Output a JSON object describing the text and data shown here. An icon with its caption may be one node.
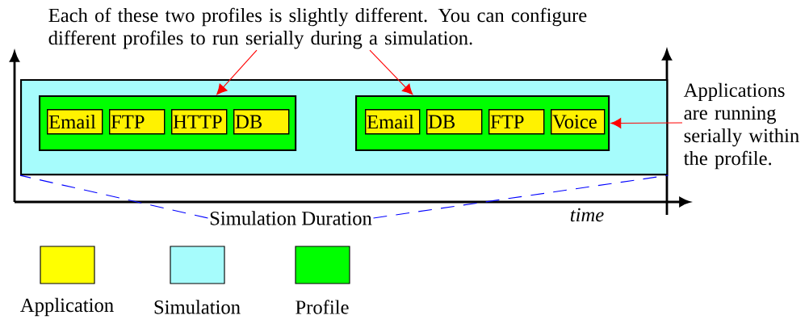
{
  "diagram": {
    "nodes": [
      {
        "text": [],
        "shape": "box"
      },
      {
        "text": [],
        "shape": "box",
        "in": 0
      },
      {
        "text": [
          "Email"
        ],
        "in": 1
      },
      {
        "text": [
          "FTP"
        ],
        "in": 1
      },
      {
        "text": [
          "HTTP"
        ],
        "in": 1
      },
      {
        "text": [
          "DB"
        ],
        "in": 1
      },
      {
        "text": [],
        "shape": "box",
        "in": 0
      },
      {
        "text": [
          "Email"
        ],
        "in": 6
      },
      {
        "text": [
          "DB"
        ],
        "in": 6
      },
      {
        "text": [
          "FTP"
        ],
        "in": 6
      },
      {
        "text": [
          "Voice"
        ],
        "in": 6
      },
      {
        "text": [
          "Each of these two profiles is slightly different. You can configure different profiles to run serially during a simulation."
        ]
      },
      {
        "text": [
          "Applications are running serially within the profile."
        ]
      },
      {
        "text": [
          "Simulation Duration"
        ]
      }
    ],
    "edges": [
      {
        "from": 11,
        "to": 1,
        "arrow": "to"
      },
      {
        "from": 11,
        "to": 6,
        "arrow": "to"
      },
      {
        "from": 12,
        "to": 6,
        "arrow": "to"
      },
      {
        "from": 13,
        "to": 0,
        "arrow": "none",
        "style": "dashed",
        "color": "#0000ff"
      },
      {
        "from": 13,
        "to": 0,
        "arrow": "none",
        "style": "dashed",
        "color": "#0000ff"
      }
    ],
    "labels": [
      "time"
    ],
    "legend": [
      {
        "text": "Application",
        "color": "#ffff00"
      },
      {
        "text": "Simulation",
        "color": "#a6fcfc"
      },
      {
        "text": "Profile",
        "color": "#00ff00"
      }
    ]
  }
}
